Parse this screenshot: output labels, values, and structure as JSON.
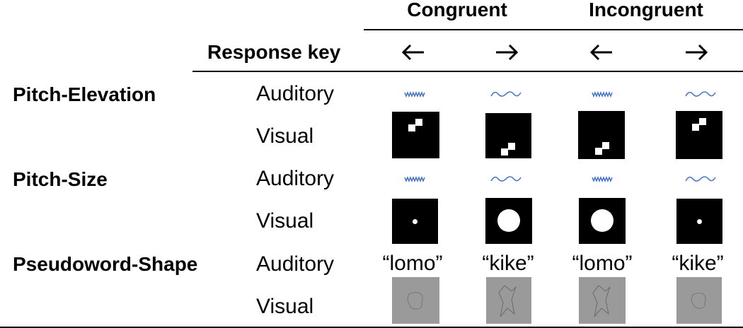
{
  "header": {
    "congruent": "Congruent",
    "incongruent": "Incongruent",
    "response_key": "Response key",
    "keys": [
      "←",
      "→",
      "←",
      "→"
    ]
  },
  "rows": [
    {
      "task": "Pitch-Elevation",
      "auditory": "Auditory",
      "visual": "Visual"
    },
    {
      "task": "Pitch-Size",
      "auditory": "Auditory",
      "visual": "Visual"
    },
    {
      "task": "Pseudoword-Shape",
      "auditory": "Auditory",
      "visual": "Visual"
    }
  ],
  "pseudowords": [
    "“lomo”",
    "“kike”",
    "“lomo”",
    "“kike”"
  ],
  "colors": {
    "wave": "#4472c4",
    "stimulus_bg": "#000000",
    "shape_bg": "#9a9a9a",
    "text": "#000000"
  },
  "icons": {
    "left": "left-arrow-icon",
    "right": "right-arrow-icon"
  }
}
